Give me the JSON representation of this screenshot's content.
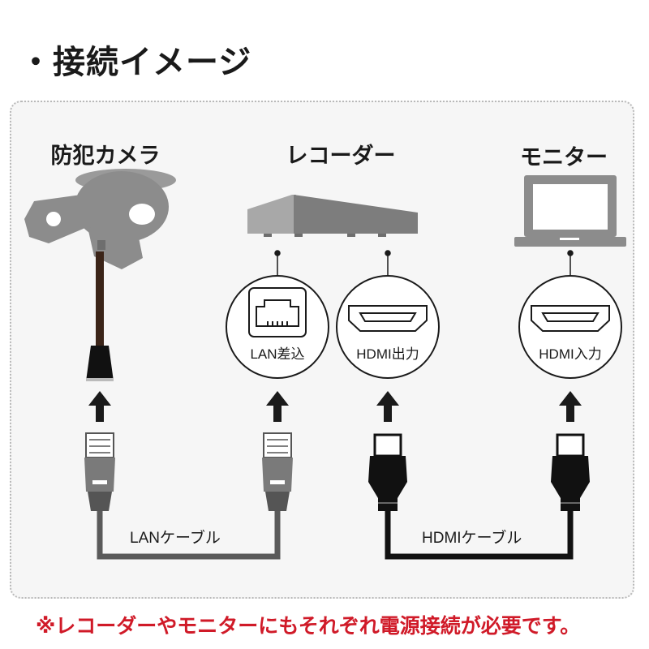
{
  "title": "・接続イメージ",
  "devices": {
    "camera": "防犯カメラ",
    "recorder": "レコーダー",
    "monitor": "モニター"
  },
  "ports": {
    "lan_in": "LAN差込",
    "hdmi_out": "HDMI出力",
    "hdmi_in": "HDMI入力"
  },
  "cables": {
    "lan": "LANケーブル",
    "hdmi": "HDMIケーブル"
  },
  "note": "※レコーダーやモニターにもそれぞれ電源接続が必要です。",
  "colors": {
    "accent_red": "#d01a28",
    "device_gray": "#8c8c8c",
    "lan_cable": "#5a5a5a",
    "hdmi_cable": "#111111",
    "camera_wire": "#3b2418"
  }
}
